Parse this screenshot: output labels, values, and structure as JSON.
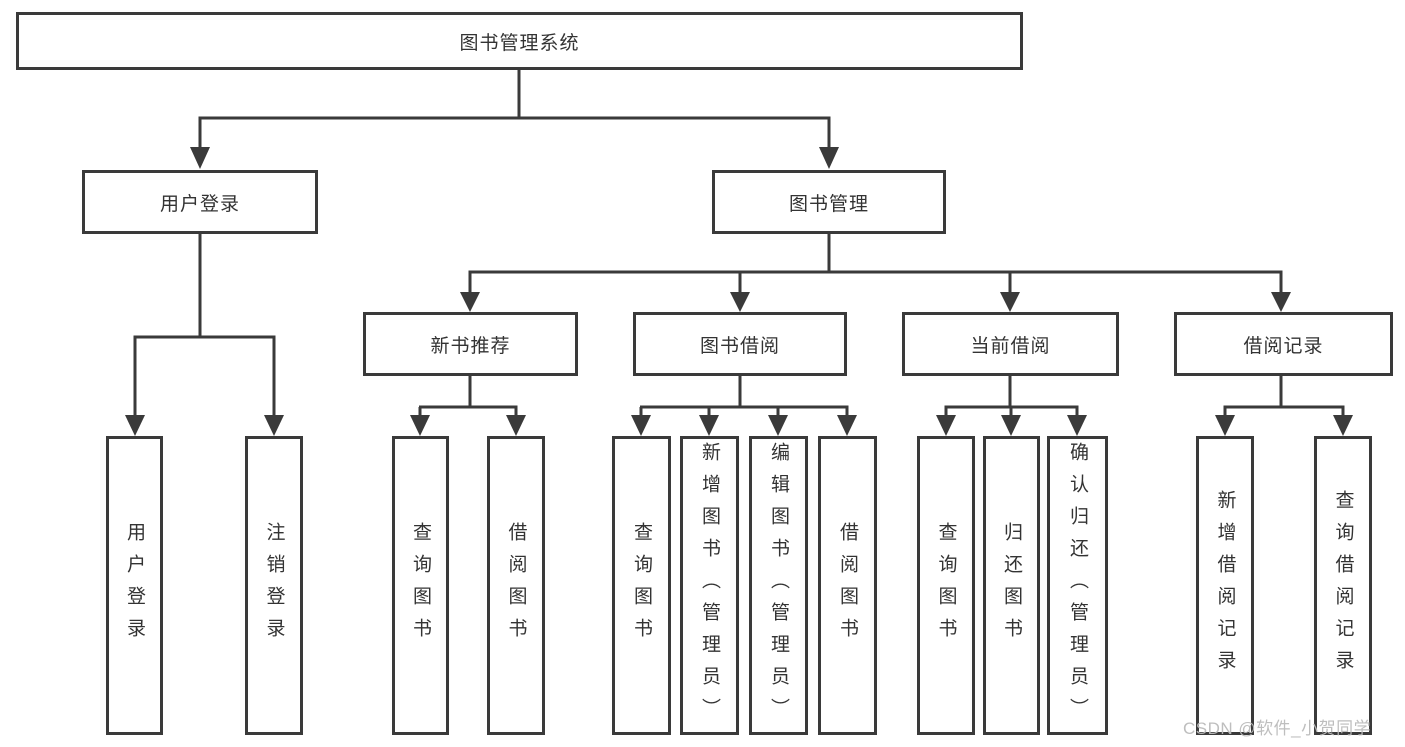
{
  "diagram": {
    "type": "function-structure-tree",
    "colors": {
      "line": "#3a3a3a",
      "box_border": "#3a3a3a",
      "box_fill": "#ffffff",
      "text": "#333333",
      "watermark": "#bbbbbb"
    },
    "watermark": {
      "text": "CSDN @软件_小贺同学"
    },
    "tree": {
      "label": "图书管理系统",
      "children": [
        {
          "label": "用户登录",
          "children": [
            {
              "label": "用户登录"
            },
            {
              "label": "注销登录"
            }
          ]
        },
        {
          "label": "图书管理",
          "children": [
            {
              "label": "新书推荐",
              "children": [
                {
                  "label": "查询图书"
                },
                {
                  "label": "借阅图书"
                }
              ]
            },
            {
              "label": "图书借阅",
              "children": [
                {
                  "label": "查询图书"
                },
                {
                  "label": "新增图书（管理员）"
                },
                {
                  "label": "编辑图书（管理员）"
                },
                {
                  "label": "借阅图书"
                }
              ]
            },
            {
              "label": "当前借阅",
              "children": [
                {
                  "label": "查询图书"
                },
                {
                  "label": "归还图书"
                },
                {
                  "label": "确认归还（管理员）"
                }
              ]
            },
            {
              "label": "借阅记录",
              "children": [
                {
                  "label": "新增借阅记录"
                },
                {
                  "label": "查询借阅记录"
                }
              ]
            }
          ]
        }
      ]
    }
  }
}
